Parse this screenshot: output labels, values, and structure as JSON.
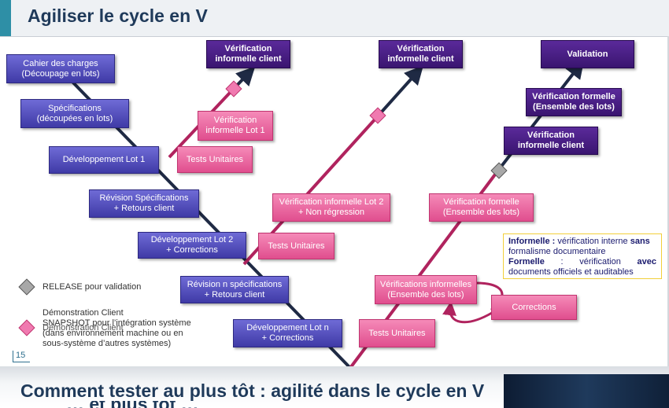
{
  "title": "Agiliser le cycle en V",
  "left_branch": [
    {
      "id": "cdc",
      "label": "Cahier des charges\n(Découpage en lots)"
    },
    {
      "id": "spec",
      "label": "Spécifications\n(découpées en lots)"
    },
    {
      "id": "dev1",
      "label": "Développement Lot 1"
    },
    {
      "id": "rev",
      "label": "Révision Spécifications\n+ Retours client"
    },
    {
      "id": "dev2",
      "label": "Développement Lot 2\n+ Corrections"
    },
    {
      "id": "revn",
      "label": "Révision n spécifications\n+ Retours client"
    },
    {
      "id": "devn",
      "label": "Développement Lot n\n+ Corrections"
    }
  ],
  "pink_boxes": [
    {
      "id": "vil1",
      "label": "Vérification\ninformelle Lot 1"
    },
    {
      "id": "tu1",
      "label": "Tests Unitaires"
    },
    {
      "id": "vil2",
      "label": "Vérification informelle Lot 2\n+ Non régression"
    },
    {
      "id": "tu2",
      "label": "Tests Unitaires"
    },
    {
      "id": "vf",
      "label": "Vérification formelle\n(Ensemble des lots)"
    },
    {
      "id": "vie",
      "label": "Vérifications informelles\n(Ensemble des lots)"
    },
    {
      "id": "corr",
      "label": "Corrections"
    },
    {
      "id": "tu3",
      "label": "Tests Unitaires"
    }
  ],
  "purple_boxes": [
    {
      "id": "vic1",
      "label": "Vérification\ninformelle client"
    },
    {
      "id": "vic2",
      "label": "Vérification\ninformelle client"
    },
    {
      "id": "valid",
      "label": "Validation"
    },
    {
      "id": "vfe",
      "label": "Vérification formelle\n(Ensemble des lots)"
    },
    {
      "id": "vic3",
      "label": "Vérification\ninformelle client"
    }
  ],
  "legend": {
    "release": "RELEASE pour validation",
    "demo_line1": "Démonstration Client",
    "demo_line2": "SNAPSHOT pour l’intégration système",
    "demo_overlap": "Démonstration  Client",
    "demo_line3": "(dans environnement machine ou en",
    "demo_line4": "sous-système d’autres systèmes)"
  },
  "info": {
    "informelle_term": "Informelle :",
    "informelle_text": "vérification interne",
    "informelle_bold": "sans",
    "informelle_text2": "formalisme documentaire",
    "formelle_term": "Formelle",
    "formelle_colon": ":",
    "formelle_text": "vérification",
    "formelle_bold": "avec",
    "formelle_text2": "documents officiels et auditables"
  },
  "page_number": "15",
  "next_slide_title": "Comment tester au plus tôt : agilité dans le cycle en V",
  "next_slide_cut": "… et plus tôt …",
  "colors": {
    "blue": "#4a45b8",
    "pink": "#e85a98",
    "purple": "#4a1f85",
    "line_dark": "#1f2a44",
    "line_pink": "#b0235e",
    "accent": "#2e8fa6"
  }
}
